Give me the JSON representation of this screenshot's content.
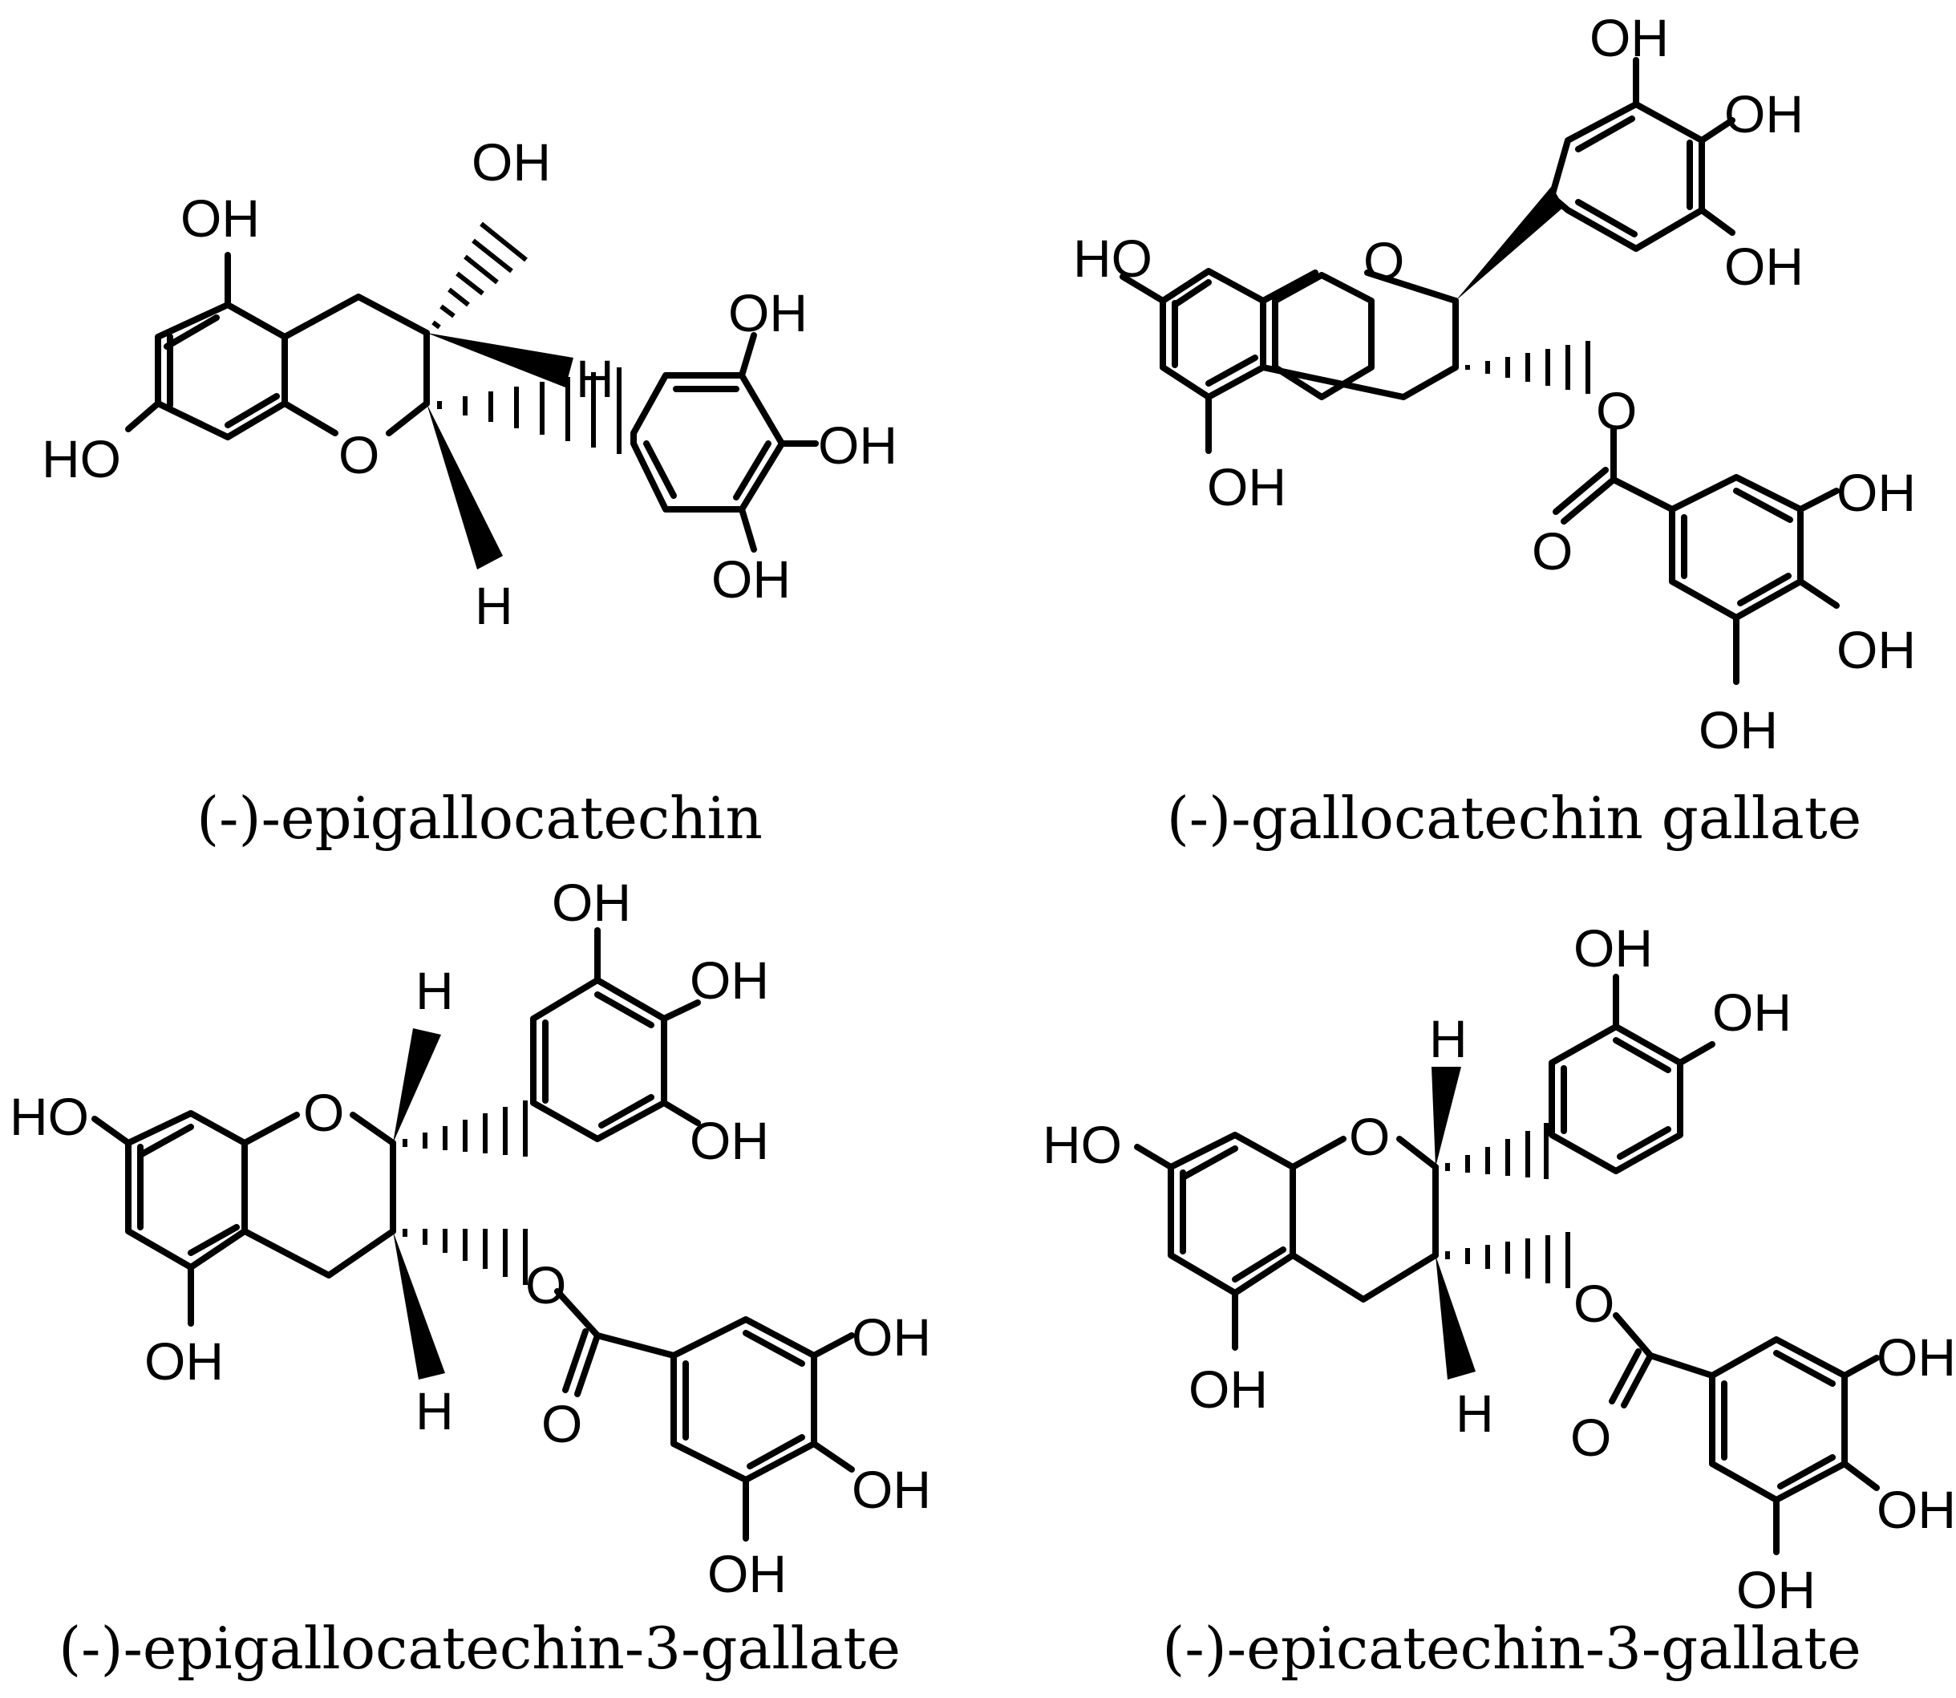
{
  "molecules": [
    {
      "name": "(-)-epigallocatechin",
      "atoms": {
        "oh_3": "OH",
        "oh_5": "OH",
        "ho_7": "HO",
        "o_ring": "O",
        "h_3": "H",
        "h_2": "H",
        "oh_b3": "OH",
        "oh_b4": "OH",
        "oh_b5": "OH"
      }
    },
    {
      "name": "(-)-gallocatechin gallate",
      "atoms": {
        "ho_7": "HO",
        "o_ring": "O",
        "oh_5": "OH",
        "oh_b3": "OH",
        "oh_b4": "OH",
        "oh_b5": "OH",
        "o_ester": "O",
        "o_carbonyl": "O",
        "oh_g3": "OH",
        "oh_g4": "OH",
        "oh_g5": "OH"
      }
    },
    {
      "name": "(-)-epigallocatechin-3-gallate",
      "atoms": {
        "ho_7": "HO",
        "o_ring": "O",
        "oh_5": "OH",
        "h_2": "H",
        "h_3": "H",
        "oh_b3": "OH",
        "oh_b4": "OH",
        "oh_b5": "OH",
        "o_ester": "O",
        "o_carbonyl": "O",
        "oh_g3": "OH",
        "oh_g4": "OH",
        "oh_g5": "OH"
      }
    },
    {
      "name": "(-)-epicatechin-3-gallate",
      "atoms": {
        "ho_7": "HO",
        "o_ring": "O",
        "oh_5": "OH",
        "h_2": "H",
        "h_3": "H",
        "oh_b3": "OH",
        "oh_b4": "OH",
        "o_ester": "O",
        "o_carbonyl": "O",
        "oh_g3": "OH",
        "oh_g4": "OH",
        "oh_g5": "OH"
      }
    }
  ]
}
